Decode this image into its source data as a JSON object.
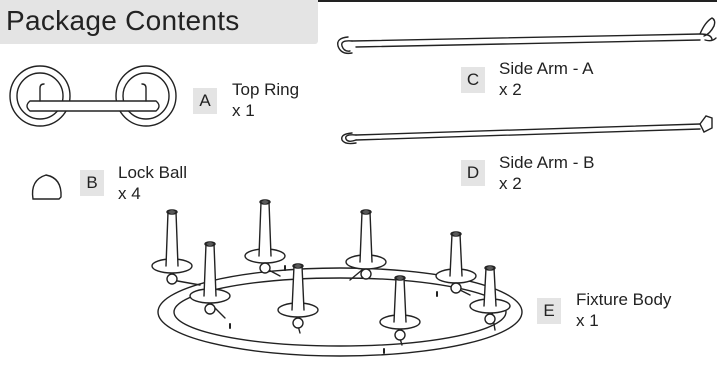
{
  "title": "Package Contents",
  "parts": [
    {
      "letter": "A",
      "name": "Top Ring",
      "qty": "x 1"
    },
    {
      "letter": "B",
      "name": "Lock Ball",
      "qty": "x 4"
    },
    {
      "letter": "C",
      "name": "Side Arm - A",
      "qty": "x 2"
    },
    {
      "letter": "D",
      "name": "Side Arm - B",
      "qty": "x 2"
    },
    {
      "letter": "E",
      "name": "Fixture Body",
      "qty": "x 1"
    }
  ],
  "colors": {
    "panel": "#e4e4e4",
    "ink": "#222222"
  }
}
